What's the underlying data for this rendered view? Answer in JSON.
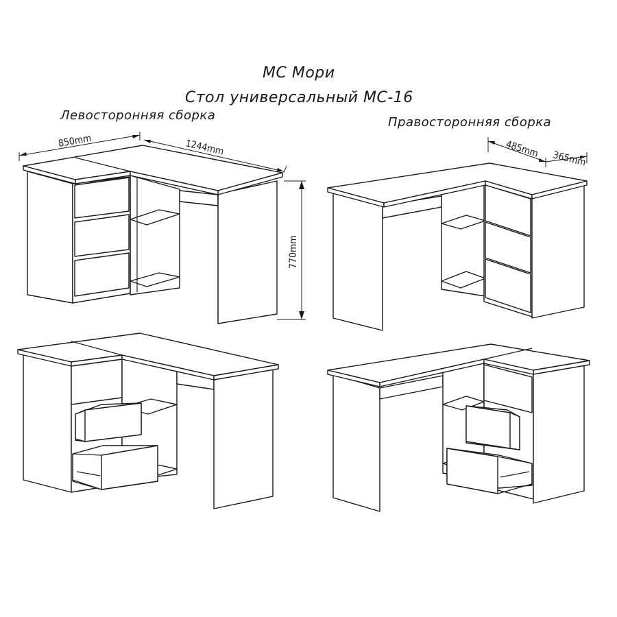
{
  "title": {
    "brand": "МС Мори",
    "product": "Стол универсальный МС-16"
  },
  "views": {
    "left_label": "Левосторонняя сборка",
    "right_label": "Правосторонняя сборка"
  },
  "dimensions": {
    "depth_left": "850mm",
    "length": "1244mm",
    "height": "770mm",
    "depth_right": "485mm",
    "pedestal_width": "365mm"
  }
}
